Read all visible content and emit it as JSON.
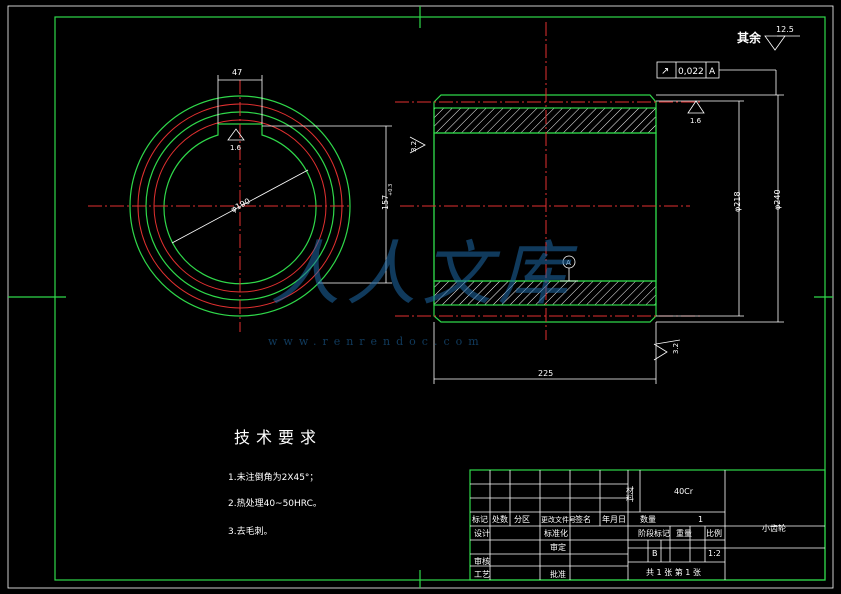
{
  "title_note": {
    "label": "其余",
    "roughness": "12.5"
  },
  "tolerance_frame": {
    "symbol": "↗",
    "value": "0,022",
    "datum": "A"
  },
  "dimensions": {
    "key_width": "47",
    "roughness_key": "1.6",
    "bore_dia": "φ190",
    "keyway_depth": "157",
    "keyway_tol": "+0.3",
    "roughness_left": "3.2",
    "roughness_right_top": "1.6",
    "inner_dia": "φ218",
    "outer_dia": "φ240",
    "length": "225",
    "roughness_bottom": "3.2",
    "datum_label": "A"
  },
  "watermark": {
    "brand": "人人文库",
    "url": "www.renrendoc.com"
  },
  "tech_requirements": {
    "heading": "技术要求",
    "items": [
      "1.未注倒角为2X45°；",
      "2.热处理40~50HRC。",
      "3.去毛刺。"
    ]
  },
  "title_block": {
    "material_label": "材料",
    "material": "40Cr",
    "part_name": "小齿轮",
    "row_labels": {
      "mark": "标记",
      "count": "处数",
      "zone": "分区",
      "change_doc": "更改文件号",
      "sign": "签名",
      "date": "年月日"
    },
    "design": "设计",
    "standard": "标准化",
    "check": "审核",
    "review": "审定",
    "process": "工艺",
    "approve": "批准",
    "quantity_label": "数量",
    "quantity": "1",
    "stage_mark": "阶段标记",
    "weight": "重量",
    "scale_label": "比例",
    "scale": "1:2",
    "stage_b": "B",
    "sheets": "共 1 张 第 1 张"
  }
}
